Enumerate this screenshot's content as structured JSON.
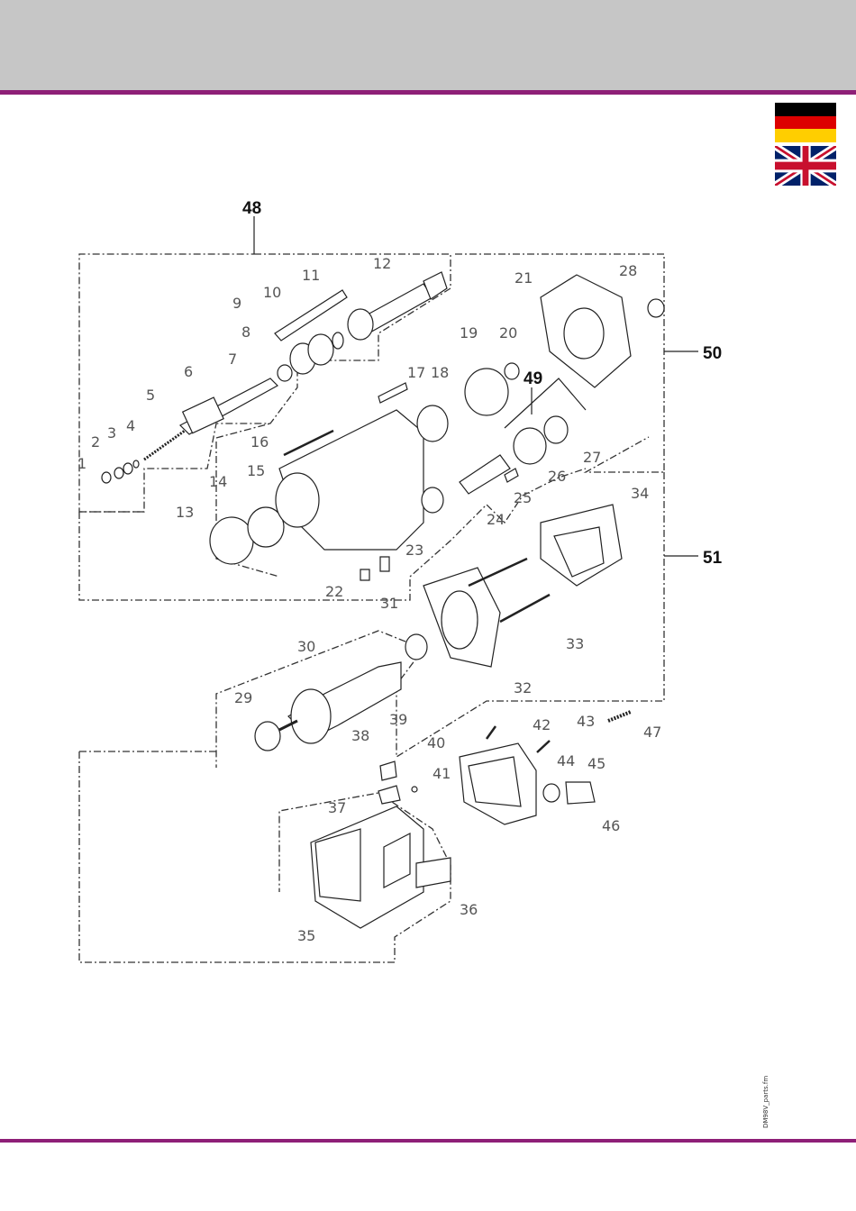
{
  "header": {
    "bar_color": "#c6c6c6",
    "accent_color": "#8e1f77"
  },
  "flags": [
    {
      "name": "german",
      "colors": [
        "#000000",
        "#dd0000",
        "#ffce00"
      ]
    },
    {
      "name": "english",
      "colors": [
        "#012169",
        "#ffffff",
        "#c8102e"
      ]
    }
  ],
  "diagram": {
    "part_numbers": [
      "1",
      "2",
      "3",
      "4",
      "5",
      "6",
      "7",
      "8",
      "9",
      "10",
      "11",
      "12",
      "13",
      "14",
      "15",
      "16",
      "17",
      "18",
      "19",
      "20",
      "21",
      "22",
      "23",
      "24",
      "25",
      "26",
      "27",
      "28",
      "29",
      "30",
      "31",
      "32",
      "33",
      "34",
      "35",
      "36",
      "37",
      "38",
      "39",
      "40",
      "41",
      "42",
      "43",
      "44",
      "45",
      "46",
      "47"
    ],
    "groups": [
      "48",
      "49",
      "50",
      "51"
    ]
  },
  "footer": {
    "filename": "DM98V_parts.fm"
  }
}
